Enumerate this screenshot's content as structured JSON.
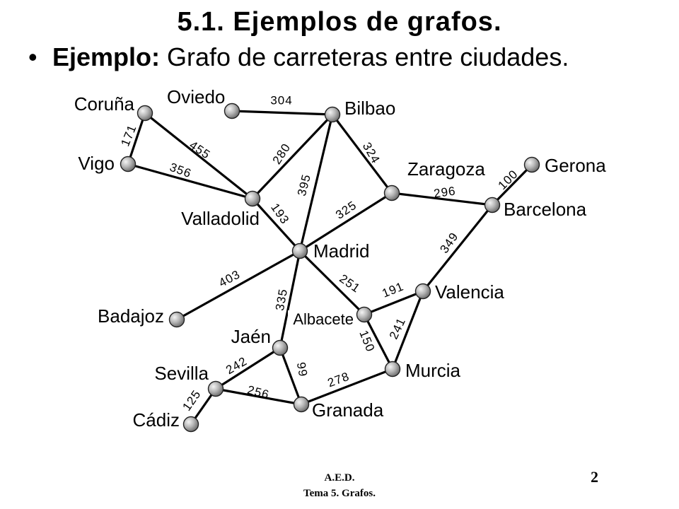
{
  "slide": {
    "title": "5.1. Ejemplos de grafos.",
    "bullet_symbol": "•",
    "bullet_bold": "Ejemplo:",
    "bullet_text": " Grafo de carreteras entre ciudades."
  },
  "footer": {
    "course": "A.E.D.",
    "topic": "Tema 5. Grafos.",
    "page": "2"
  },
  "graph": {
    "nodes": [
      {
        "id": "coruna",
        "label": "Coruña"
      },
      {
        "id": "oviedo",
        "label": "Oviedo"
      },
      {
        "id": "bilbao",
        "label": "Bilbao"
      },
      {
        "id": "vigo",
        "label": "Vigo"
      },
      {
        "id": "zaragoza",
        "label": "Zaragoza"
      },
      {
        "id": "gerona",
        "label": "Gerona"
      },
      {
        "id": "barcelona",
        "label": "Barcelona"
      },
      {
        "id": "valladolid",
        "label": "Valladolid"
      },
      {
        "id": "madrid",
        "label": "Madrid"
      },
      {
        "id": "valencia",
        "label": "Valencia"
      },
      {
        "id": "badajoz",
        "label": "Badajoz"
      },
      {
        "id": "albacete",
        "label": "Albacete"
      },
      {
        "id": "jaen",
        "label": "Jaén"
      },
      {
        "id": "murcia",
        "label": "Murcia"
      },
      {
        "id": "sevilla",
        "label": "Sevilla"
      },
      {
        "id": "granada",
        "label": "Granada"
      },
      {
        "id": "cadiz",
        "label": "Cádiz"
      }
    ],
    "edges": [
      {
        "from": "oviedo",
        "to": "bilbao",
        "weight": "304"
      },
      {
        "from": "coruna",
        "to": "vigo",
        "weight": "171"
      },
      {
        "from": "coruna",
        "to": "valladolid",
        "weight": "455"
      },
      {
        "from": "vigo",
        "to": "valladolid",
        "weight": "356"
      },
      {
        "from": "valladolid",
        "to": "bilbao",
        "weight": "280"
      },
      {
        "from": "bilbao",
        "to": "madrid",
        "weight": "395"
      },
      {
        "from": "bilbao",
        "to": "zaragoza",
        "weight": "324"
      },
      {
        "from": "valladolid",
        "to": "madrid",
        "weight": "193"
      },
      {
        "from": "zaragoza",
        "to": "barcelona",
        "weight": "296"
      },
      {
        "from": "barcelona",
        "to": "gerona",
        "weight": "100"
      },
      {
        "from": "madrid",
        "to": "zaragoza",
        "weight": "325"
      },
      {
        "from": "barcelona",
        "to": "valencia",
        "weight": "349"
      },
      {
        "from": "madrid",
        "to": "badajoz",
        "weight": "403"
      },
      {
        "from": "madrid",
        "to": "albacete",
        "weight": "251"
      },
      {
        "from": "albacete",
        "to": "valencia",
        "weight": "191"
      },
      {
        "from": "madrid",
        "to": "jaen",
        "weight": "335"
      },
      {
        "from": "valencia",
        "to": "murcia",
        "weight": "241"
      },
      {
        "from": "albacete",
        "to": "murcia",
        "weight": "150"
      },
      {
        "from": "jaen",
        "to": "sevilla",
        "weight": "242"
      },
      {
        "from": "jaen",
        "to": "granada",
        "weight": "99"
      },
      {
        "from": "granada",
        "to": "murcia",
        "weight": "278"
      },
      {
        "from": "sevilla",
        "to": "granada",
        "weight": "256"
      },
      {
        "from": "sevilla",
        "to": "cadiz",
        "weight": "125"
      }
    ]
  }
}
